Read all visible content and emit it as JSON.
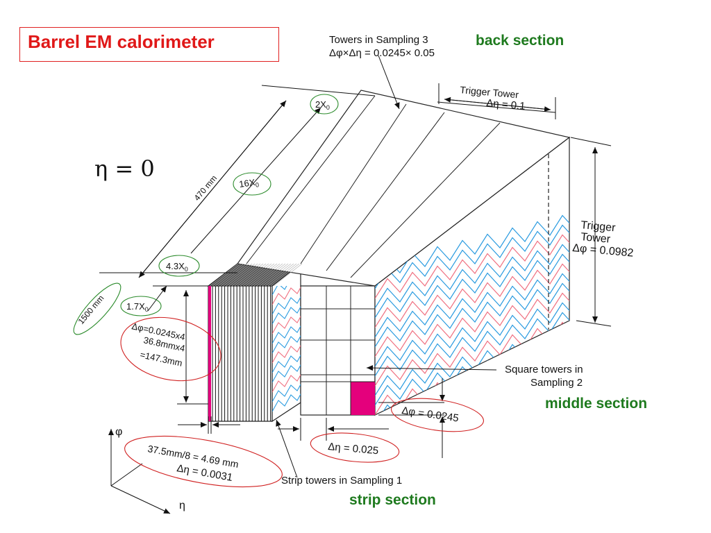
{
  "title": "Barrel EM calorimeter",
  "section_labels": {
    "back": "back section",
    "middle": "middle section",
    "strip": "strip section"
  },
  "eta_zero": "η = 0",
  "annotations": {
    "towers_s3_line1": "Towers in Sampling 3",
    "towers_s3_line2": "Δφ×Δη = 0.0245× 0.05",
    "trigger_tower_top_line1": "Trigger Tower",
    "trigger_tower_top_line2": "Δη = 0.1",
    "trigger_tower_right_line1": "Trigger",
    "trigger_tower_right_line2": "Tower",
    "trigger_tower_right_line3": "Δφ = 0.0982",
    "square_towers_line1": "Square towers in",
    "square_towers_line2": "Sampling 2",
    "strip_towers": "Strip towers in Sampling 1",
    "dphi_middle": "Δφ = 0.0245",
    "deta_middle": "Δη = 0.025",
    "strip_width_line1": "37.5mm/8 = 4.69 mm",
    "strip_width_line2": "Δη = 0.0031",
    "dphi_strip_line1": "Δφ=0.0245x4",
    "dphi_strip_line2": "36.8mmx4",
    "dphi_strip_line3": "=147.3mm",
    "x0_2": "2X",
    "x0_16": "16X",
    "x0_43": "4.3X",
    "x0_17": "1.7X",
    "x0_sub": "0",
    "len_470": "470 mm",
    "len_1500": "1500 mm",
    "axis_phi": "φ",
    "axis_eta": "η"
  },
  "colors": {
    "title_red": "#e01818",
    "section_green": "#1e7a1e",
    "ellipse_green": "#2a8a2a",
    "ellipse_red": "#d02020",
    "wave_blue": "#2a9be0",
    "wave_pink": "#f07080",
    "magenta_cell": "#e4007c"
  }
}
